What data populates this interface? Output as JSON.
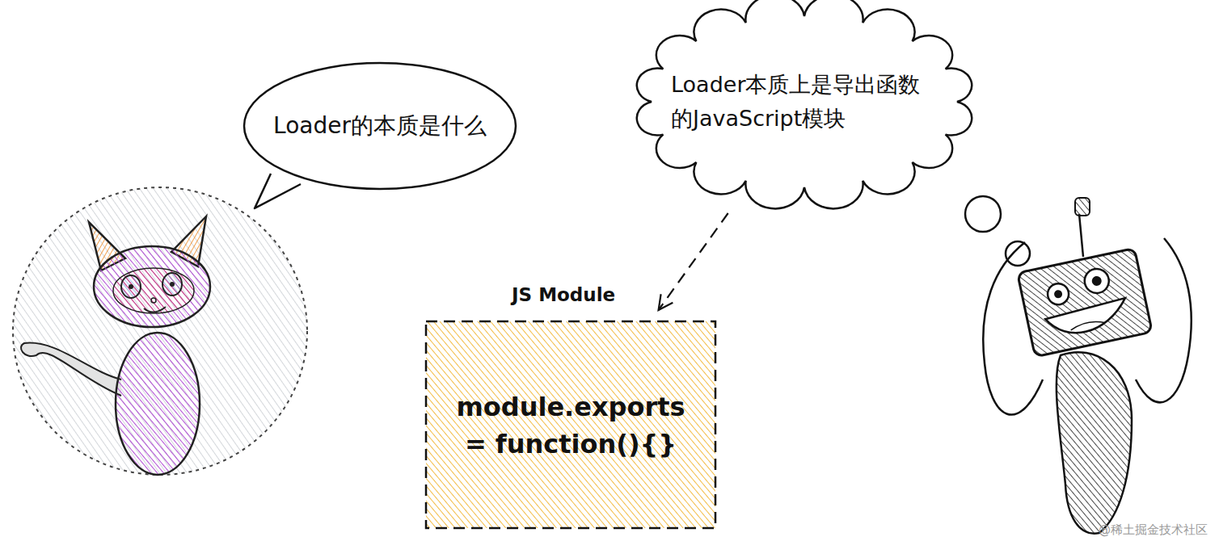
{
  "diagram": {
    "nodes": [
      {
        "text": [
          "Loader的本质是什么"
        ]
      },
      {
        "text": [
          "Loader本质上是导出函数的JavaScript模块"
        ]
      },
      {
        "text": [
          "JS Module",
          "module.exports = function(){}"
        ]
      }
    ],
    "edges": [
      {
        "from": 1,
        "to": 2,
        "arrow": "to"
      }
    ],
    "labels": [
      "@稀土掘金技术社区"
    ]
  }
}
